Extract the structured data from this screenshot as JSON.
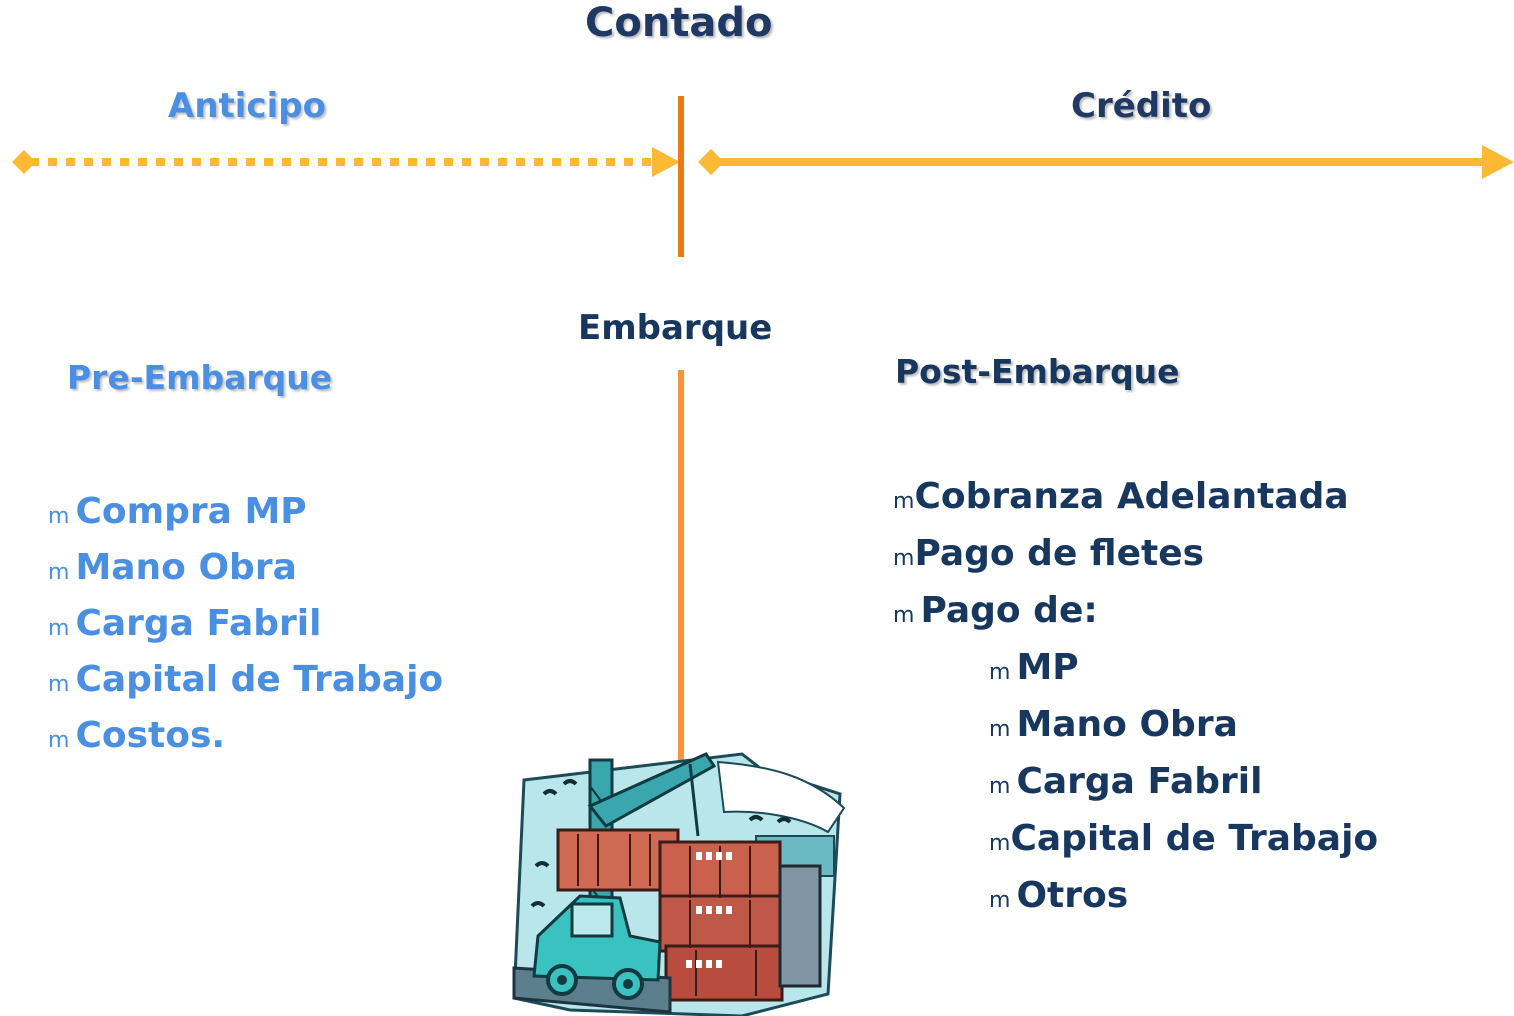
{
  "header": {
    "center_title": "Contado",
    "left_title": "Anticipo",
    "right_title": "Crédito"
  },
  "center_label": "Embarque",
  "pre": {
    "title": "Pre-Embarque",
    "bullet": "m",
    "items": [
      "Compra MP",
      "Mano Obra",
      "Carga Fabril",
      "Capital de Trabajo",
      "Costos."
    ]
  },
  "post": {
    "title": "Post-Embarque",
    "bullet": "m",
    "items": [
      "Cobranza Adelantada",
      "Pago de fletes",
      "Pago de:"
    ],
    "sub_items": [
      "MP",
      "Mano Obra",
      "Carga Fabril",
      "Capital de Trabajo",
      "Otros"
    ]
  },
  "colors": {
    "arrow_yellow": "#fbb935",
    "divider_orange": "#f07a12",
    "blue_text": "#4a8fe2",
    "navy_text": "#17375e"
  },
  "illustration": {
    "icon": "cargo-port-clipart"
  }
}
